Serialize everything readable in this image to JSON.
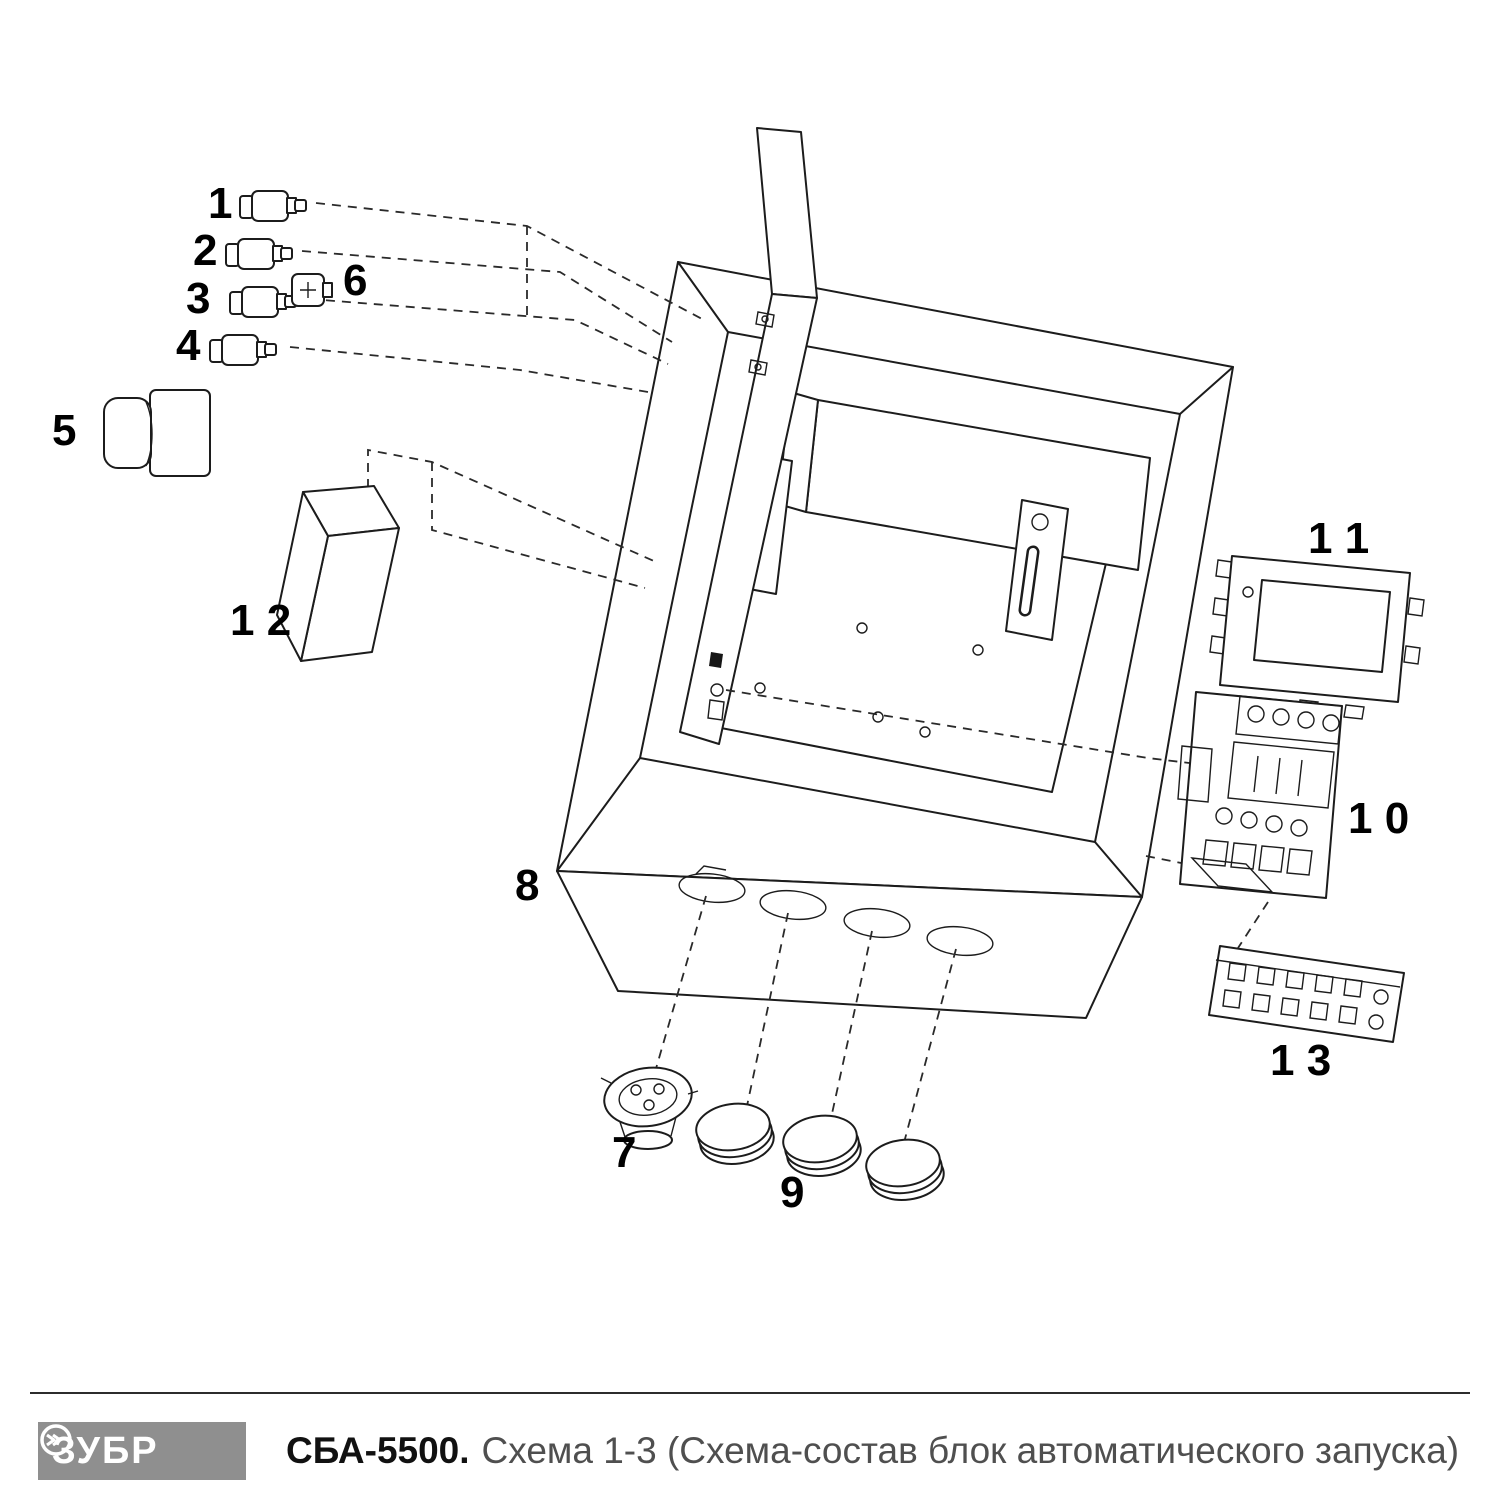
{
  "diagram": {
    "part_labels": [
      "1",
      "2",
      "3",
      "4",
      "5",
      "6",
      "7",
      "8",
      "9",
      "1 0",
      "1 1",
      "1 2",
      "1 3"
    ]
  },
  "footer": {
    "brand": "ЗУБР",
    "model": "СБА-5500.",
    "caption": "Схема 1-3 (Схема-состав блок автоматического запуска)"
  },
  "colors": {
    "line": "#1c1c1c",
    "logo_bg": "#8f8f8f",
    "logo_text": "#ffffff",
    "caption_text": "#4f4f4f"
  }
}
